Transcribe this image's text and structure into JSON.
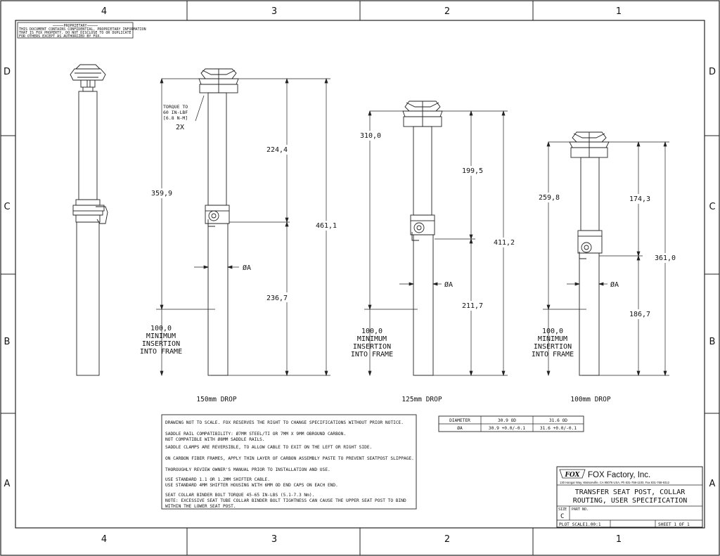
{
  "border": {
    "columns": [
      "4",
      "3",
      "2",
      "1"
    ],
    "rows": [
      "D",
      "C",
      "B",
      "A"
    ]
  },
  "proprietary": {
    "header": "PROPRIETARY",
    "lines": [
      "THIS DOCUMENT CONTAINS CONFIDENTIAL, PROPRIETARY INFORMATION",
      "THAT IS FOX PROPERTY.  DO NOT DISCLOSE TO OR DUPLICATE",
      "FOR OTHERS EXCEPT AS AUTHORIZED BY FOX."
    ]
  },
  "torque_note": [
    "TORQUE TO",
    "60 IN-LBF",
    "[6.8 N-M]",
    "2X"
  ],
  "views": [
    {
      "caption": "150mm DROP",
      "total": "461,1",
      "left_dim": "359,9",
      "upper": "224,4",
      "lower": "236,7",
      "phi": "ØA",
      "min_insert": [
        "100,0",
        "MINIMUM",
        "INSERTION",
        "INTO FRAME"
      ]
    },
    {
      "caption": "125mm DROP",
      "total": "411,2",
      "left_dim": "310,0",
      "upper": "199,5",
      "lower": "211,7",
      "phi": "ØA",
      "min_insert": [
        "100,0",
        "MINIMUM",
        "INSERTION",
        "INTO FRAME"
      ]
    },
    {
      "caption": "100mm DROP",
      "total": "361,0",
      "left_dim": "259,8",
      "upper": "174,3",
      "lower": "186,7",
      "phi": "ØA",
      "min_insert": [
        "100,0",
        "MINIMUM",
        "INSERTION",
        "INTO FRAME"
      ]
    }
  ],
  "notes": [
    "DRAWING NOT TO SCALE.  FOX RESERVES THE RIGHT TO CHANGE SPECIFICATIONS WITHOUT PRIOR NOTICE.",
    "SADDLE RAIL COMPATIBILITY: Ø7MM STEEL/TI OR 7MM X 9MM OBROUND CARBON.",
    "NOT COMPATIBLE WITH Ø8MM SADDLE RAILS.",
    "SADDLE CLAMPS ARE REVERSIBLE, TO ALLOW CABLE TO EXIT ON THE LEFT OR RIGHT SIDE.",
    "ON CARBON FIBER FRAMES, APPLY THIN LAYER OF CARBON ASSEMBLY PASTE TO PREVENT SEATPOST SLIPPAGE.",
    "THOROUGHLY REVIEW OWNER'S MANUAL PRIOR TO INSTALLATION AND USE.",
    "USE STANDARD 1.1 OR 1.2MM SHIFTER CABLE.",
    "USE STANDARD 4MM SHIFTER HOUSING WITH 6MM OD END CAPS ON EACH END.",
    "SEAT COLLAR BINDER BOLT TORQUE 45-65 IN-LBS (5.1-7.3 Nm).",
    "NOTE: EXCESSIVE SEAT TUBE COLLAR BINDER BOLT TIGHTNESS CAN CAUSE THE UPPER SEAT POST TO BIND",
    "WITHIN THE LOWER SEAT POST."
  ],
  "diameter_table": {
    "header": [
      "DIAMETER",
      "30.9 OD",
      "31.6 OD"
    ],
    "row": [
      "ØA",
      "30.9 +0.0/-0.1",
      "31.6 +0.0/-0.1"
    ]
  },
  "title_block": {
    "logo": "FOX",
    "company": "FOX Factory, Inc.",
    "address": "130 Hangar Way, Watsonville, CA 95076 USA, Ph 831-768-1100, Fax 831-768-9312",
    "title_line1": "TRANSFER SEAT POST, COLLAR",
    "title_line2": "ROUTING, USER SPECIFICATION",
    "size_label": "SIZE",
    "size_value": "C",
    "part_label": "PART NO.",
    "scale": "PLOT SCALE1.00:1",
    "sheet": "SHEET 1 OF 1"
  }
}
